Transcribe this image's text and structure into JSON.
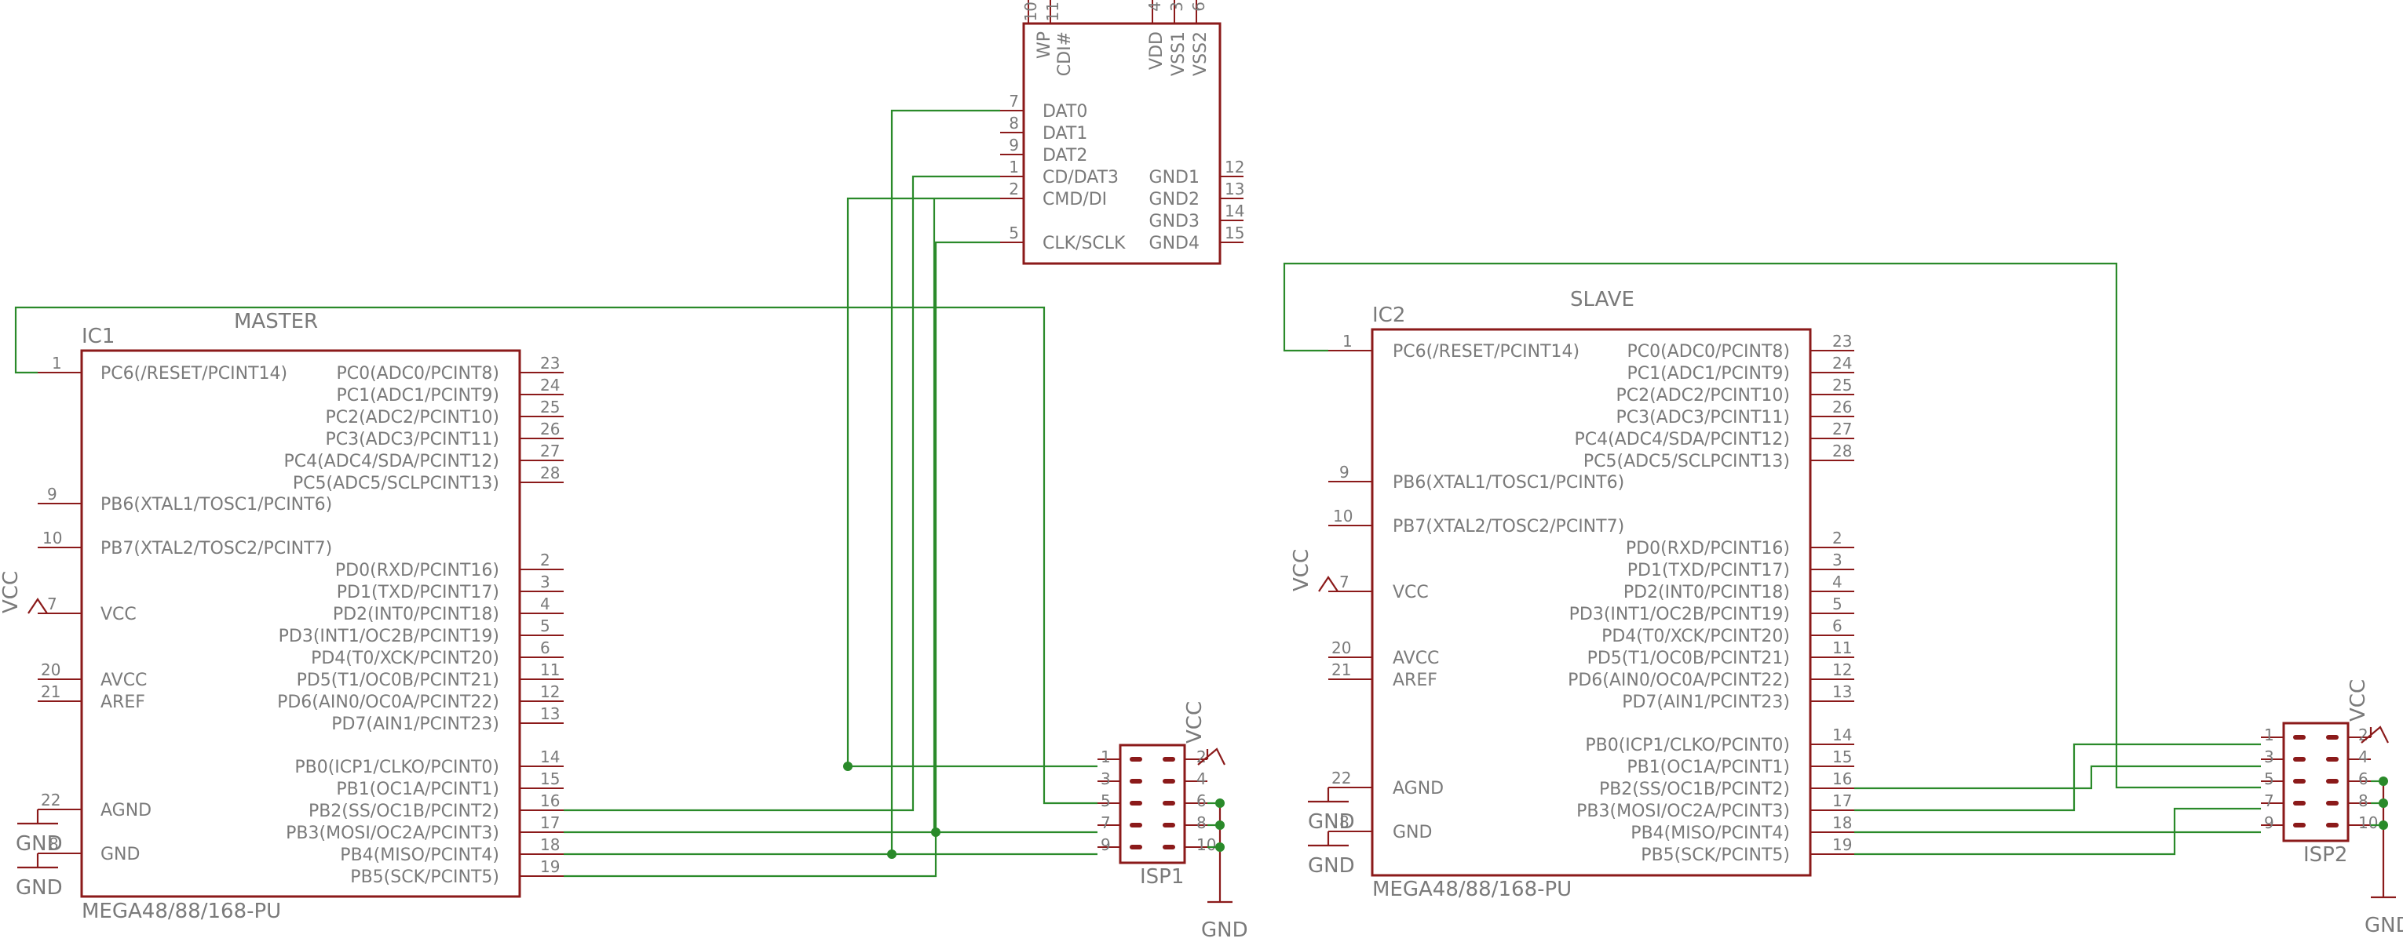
{
  "sd_card": {
    "top_pins": [
      "10",
      "11",
      "4",
      "3",
      "6"
    ],
    "top_labels": [
      "WP",
      "CDI#",
      "VDD",
      "VSS1",
      "VSS2"
    ],
    "left_pins": [
      {
        "num": "7",
        "label": "DAT0"
      },
      {
        "num": "8",
        "label": "DAT1"
      },
      {
        "num": "9",
        "label": "DAT2"
      },
      {
        "num": "1",
        "label": "CD/DAT3"
      },
      {
        "num": "2",
        "label": "CMD/DI"
      },
      {
        "num": "5",
        "label": "CLK/SCLK"
      }
    ],
    "right_pins": [
      {
        "num": "12",
        "label": "GND1"
      },
      {
        "num": "13",
        "label": "GND2"
      },
      {
        "num": "14",
        "label": "GND3"
      },
      {
        "num": "15",
        "label": "GND4"
      }
    ]
  },
  "ic1": {
    "name": "IC1",
    "role": "MASTER",
    "part": "MEGA48/88/168-PU",
    "left_pins": [
      {
        "num": "1",
        "label": "PC6(/RESET/PCINT14)"
      },
      {
        "num": "9",
        "label": "PB6(XTAL1/TOSC1/PCINT6)"
      },
      {
        "num": "10",
        "label": "PB7(XTAL2/TOSC2/PCINT7)"
      },
      {
        "num": "7",
        "label": "VCC"
      },
      {
        "num": "20",
        "label": "AVCC"
      },
      {
        "num": "21",
        "label": "AREF"
      },
      {
        "num": "22",
        "label": "AGND"
      },
      {
        "num": "8",
        "label": "GND"
      }
    ],
    "right_pins": [
      {
        "num": "23",
        "label": "PC0(ADC0/PCINT8)"
      },
      {
        "num": "24",
        "label": "PC1(ADC1/PCINT9)"
      },
      {
        "num": "25",
        "label": "PC2(ADC2/PCINT10)"
      },
      {
        "num": "26",
        "label": "PC3(ADC3/PCINT11)"
      },
      {
        "num": "27",
        "label": "PC4(ADC4/SDA/PCINT12)"
      },
      {
        "num": "28",
        "label": "PC5(ADC5/SCLPCINT13)"
      },
      {
        "num": "2",
        "label": "PD0(RXD/PCINT16)"
      },
      {
        "num": "3",
        "label": "PD1(TXD/PCINT17)"
      },
      {
        "num": "4",
        "label": "PD2(INT0/PCINT18)"
      },
      {
        "num": "5",
        "label": "PD3(INT1/OC2B/PCINT19)"
      },
      {
        "num": "6",
        "label": "PD4(T0/XCK/PCINT20)"
      },
      {
        "num": "11",
        "label": "PD5(T1/OC0B/PCINT21)"
      },
      {
        "num": "12",
        "label": "PD6(AIN0/OC0A/PCINT22)"
      },
      {
        "num": "13",
        "label": "PD7(AIN1/PCINT23)"
      },
      {
        "num": "14",
        "label": "PB0(ICP1/CLKO/PCINT0)"
      },
      {
        "num": "15",
        "label": "PB1(OC1A/PCINT1)"
      },
      {
        "num": "16",
        "label": "PB2(SS/OC1B/PCINT2)"
      },
      {
        "num": "17",
        "label": "PB3(MOSI/OC2A/PCINT3)"
      },
      {
        "num": "18",
        "label": "PB4(MISO/PCINT4)"
      },
      {
        "num": "19",
        "label": "PB5(SCK/PCINT5)"
      }
    ]
  },
  "ic2": {
    "name": "IC2",
    "role": "SLAVE",
    "part": "MEGA48/88/168-PU",
    "left_pins": [
      {
        "num": "1",
        "label": "PC6(/RESET/PCINT14)"
      },
      {
        "num": "9",
        "label": "PB6(XTAL1/TOSC1/PCINT6)"
      },
      {
        "num": "10",
        "label": "PB7(XTAL2/TOSC2/PCINT7)"
      },
      {
        "num": "7",
        "label": "VCC"
      },
      {
        "num": "20",
        "label": "AVCC"
      },
      {
        "num": "21",
        "label": "AREF"
      },
      {
        "num": "22",
        "label": "AGND"
      },
      {
        "num": "8",
        "label": "GND"
      }
    ],
    "right_pins": [
      {
        "num": "23",
        "label": "PC0(ADC0/PCINT8)"
      },
      {
        "num": "24",
        "label": "PC1(ADC1/PCINT9)"
      },
      {
        "num": "25",
        "label": "PC2(ADC2/PCINT10)"
      },
      {
        "num": "26",
        "label": "PC3(ADC3/PCINT11)"
      },
      {
        "num": "27",
        "label": "PC4(ADC4/SDA/PCINT12)"
      },
      {
        "num": "28",
        "label": "PC5(ADC5/SCLPCINT13)"
      },
      {
        "num": "2",
        "label": "PD0(RXD/PCINT16)"
      },
      {
        "num": "3",
        "label": "PD1(TXD/PCINT17)"
      },
      {
        "num": "4",
        "label": "PD2(INT0/PCINT18)"
      },
      {
        "num": "5",
        "label": "PD3(INT1/OC2B/PCINT19)"
      },
      {
        "num": "6",
        "label": "PD4(T0/XCK/PCINT20)"
      },
      {
        "num": "11",
        "label": "PD5(T1/OC0B/PCINT21)"
      },
      {
        "num": "12",
        "label": "PD6(AIN0/OC0A/PCINT22)"
      },
      {
        "num": "13",
        "label": "PD7(AIN1/PCINT23)"
      },
      {
        "num": "14",
        "label": "PB0(ICP1/CLKO/PCINT0)"
      },
      {
        "num": "15",
        "label": "PB1(OC1A/PCINT1)"
      },
      {
        "num": "16",
        "label": "PB2(SS/OC1B/PCINT2)"
      },
      {
        "num": "17",
        "label": "PB3(MOSI/OC2A/PCINT3)"
      },
      {
        "num": "18",
        "label": "PB4(MISO/PCINT4)"
      },
      {
        "num": "19",
        "label": "PB5(SCK/PCINT5)"
      }
    ]
  },
  "isp1": {
    "name": "ISP1",
    "odd_pins": [
      "1",
      "3",
      "5",
      "7",
      "9"
    ],
    "even_pins": [
      "2",
      "4",
      "6",
      "8",
      "10"
    ]
  },
  "isp2": {
    "name": "ISP2",
    "odd_pins": [
      "1",
      "3",
      "5",
      "7",
      "9"
    ],
    "even_pins": [
      "2",
      "4",
      "6",
      "8",
      "10"
    ]
  },
  "symbols": {
    "vcc": "VCC",
    "gnd": "GND"
  }
}
